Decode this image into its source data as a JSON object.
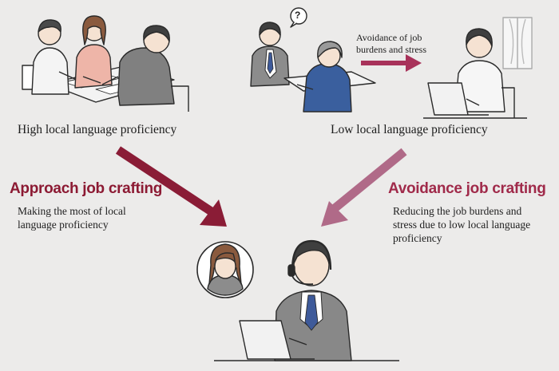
{
  "colors": {
    "approach": "#8c1a33",
    "avoidance": "#a02a4a",
    "arrow_left": "#8a1c36",
    "arrow_right": "#b06a88",
    "arrow_top": "#a8325a"
  },
  "top_left": {
    "caption": "High local language proficiency"
  },
  "top_right": {
    "caption": "Low local language proficiency",
    "avoidance_label_line1": "Avoidance of job",
    "avoidance_label_line2": "burdens and stress",
    "question_mark": "?"
  },
  "approach": {
    "heading": "Approach job crafting",
    "desc_line1": "Making the most of local",
    "desc_line2": "language proficiency"
  },
  "avoidance": {
    "heading": "Avoidance job crafting",
    "desc_line1": "Reducing the job burdens and",
    "desc_line2": "stress due to low local language",
    "desc_line3": "proficiency"
  },
  "icons": {
    "meeting": "meeting-illustration-icon",
    "confused": "confused-person-icon",
    "laptop_worker": "laptop-worker-icon",
    "call_center": "headset-worker-icon",
    "avatar": "woman-avatar-icon"
  }
}
